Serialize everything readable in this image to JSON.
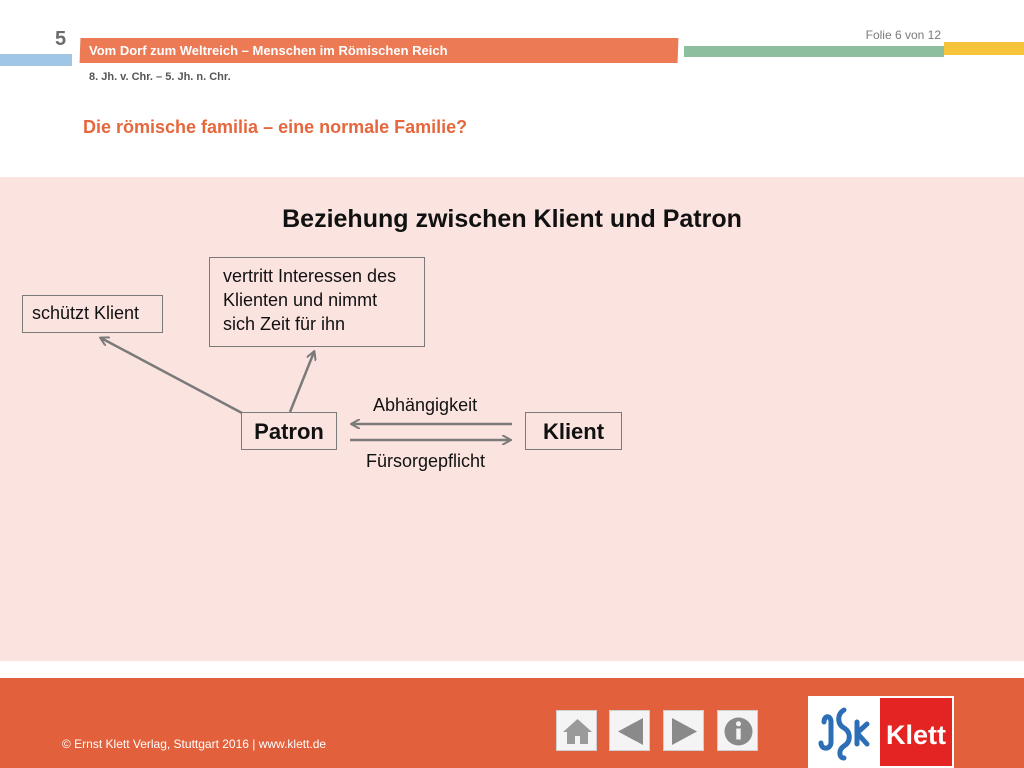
{
  "header": {
    "chapter_number": "5",
    "slide_counter": "Folie 6 von 12",
    "book_title": "Vom Dorf zum Weltreich – Menschen im Römischen Reich",
    "period": "8. Jh. v. Chr. – 5. Jh. n. Chr.",
    "topic": "Die römische familia – eine normale Familie?"
  },
  "diagram": {
    "title": "Beziehung zwischen Klient und Patron",
    "nodes": {
      "protects": "schützt Klient",
      "interests": [
        "vertritt Interessen des",
        "Klienten und nimmt",
        "sich Zeit für ihn"
      ],
      "patron": "Patron",
      "klient": "Klient"
    },
    "edges": {
      "klient_to_patron": "Abhängigkeit",
      "patron_to_klient": "Fürsorgepflicht"
    }
  },
  "footer": {
    "copyright": "© Ernst Klett Verlag, Stuttgart 2016 | www.klett.de",
    "nav": [
      "home-icon",
      "previous-icon",
      "next-icon",
      "info-icon"
    ],
    "logo_text": "Klett"
  },
  "colors": {
    "accent_orange": "#e2603b",
    "topic_color": "#e6673d",
    "panel_bg": "#fbe4df",
    "logo_red": "#e32422"
  }
}
